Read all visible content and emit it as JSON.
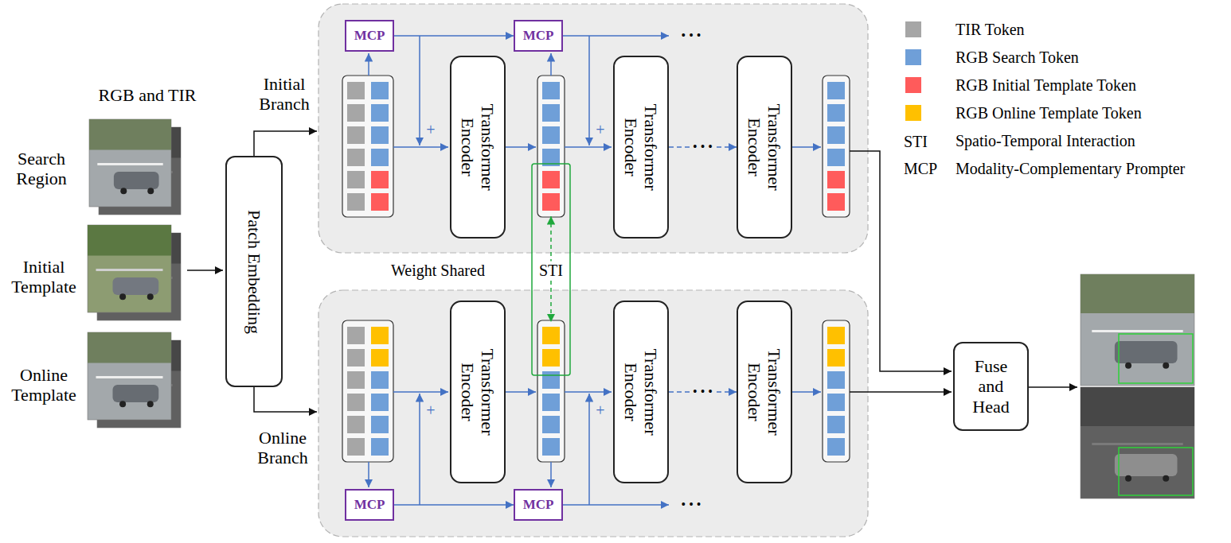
{
  "diagram": {
    "nodes": [
      {
        "text": [
          "Patch Embedding"
        ]
      },
      {
        "text": [
          "MCP"
        ]
      },
      {
        "text": [
          "MCP"
        ]
      },
      {
        "text": [
          "Transformer Encoder"
        ]
      },
      {
        "text": [
          "Transformer Encoder"
        ]
      },
      {
        "text": [
          "Transformer Encoder"
        ]
      },
      {
        "text": [
          "MCP"
        ]
      },
      {
        "text": [
          "MCP"
        ]
      },
      {
        "text": [
          "Transformer Encoder"
        ]
      },
      {
        "text": [
          "Transformer Encoder"
        ]
      },
      {
        "text": [
          "Transformer Encoder"
        ]
      },
      {
        "text": [
          "Fuse and Head"
        ]
      }
    ],
    "edges": [
      {
        "from": 1,
        "to": 2,
        "arrow": "to"
      },
      {
        "from": 4,
        "to": 5,
        "arrow": "to",
        "label": "• • •"
      },
      {
        "from": 6,
        "to": 7,
        "arrow": "to"
      },
      {
        "from": 9,
        "to": 10,
        "arrow": "to",
        "label": "• • •"
      }
    ],
    "labels": [
      "RGB and TIR",
      "Search Region",
      "Initial Template",
      "Online Template",
      "Initial Branch",
      "Online Branch",
      "+",
      "+",
      "• • •",
      "Weight Shared",
      "STI",
      "+",
      "+",
      "• • •",
      "STI",
      "MCP"
    ],
    "legend": [
      {
        "text": "TIR Token",
        "color": "#a6a6a6"
      },
      {
        "text": "RGB Search Token",
        "color": "#6f9fd8"
      },
      {
        "text": "RGB Initial Template Token",
        "color": "#ff5b5b"
      },
      {
        "text": "RGB Online Template Token",
        "color": "#ffc000"
      },
      {
        "text": "Spatio-Temporal Interaction"
      },
      {
        "text": "Modality-Complementary Prompter"
      }
    ]
  }
}
